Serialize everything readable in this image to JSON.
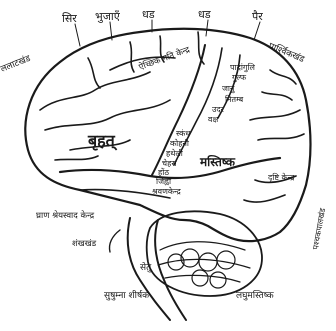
{
  "labels": {
    "top_shira": "सिर",
    "top_bhujaen": "भुजाएँ",
    "top_dhad": "धड",
    "top_dhad2": "धड",
    "top_pair": "पैर",
    "lalat_khand": "ललाटखंड",
    "parshvik_khand": "पार्श्विकखंड",
    "aichhik_gati_kendra": "ऐच्छिक गति केन्द्र",
    "padangulian": "पादांगुलि",
    "gulf": "गुल्फ",
    "janu": "जानु",
    "nitamb": "नितम्ब",
    "udar": "उदर",
    "vaksh": "वक्ष",
    "skandh": "स्कंध",
    "kohni": "कोहनी",
    "hathheli": "हथेली",
    "chehra": "चेहरा",
    "honth": "होंठ",
    "jihva": "जिह्वा",
    "shravan_kendra": "श्रवणकेन्द्र",
    "brihat": "बृहत्",
    "mastishk": "मस्तिष्क",
    "drishti_kendra": "दृष्टि केन्द्र",
    "ghran_kendra": "घ्राण श्रेयस्वाद केन्द्र",
    "shankh_khand": "शंखखंड",
    "setu": "सेतु",
    "sushumna_shirshak": "सुषुम्ना शीर्षक",
    "laghu_mastishk": "लघुमस्तिष्क",
    "pashchkapal": "पश्चकपालखंड"
  }
}
